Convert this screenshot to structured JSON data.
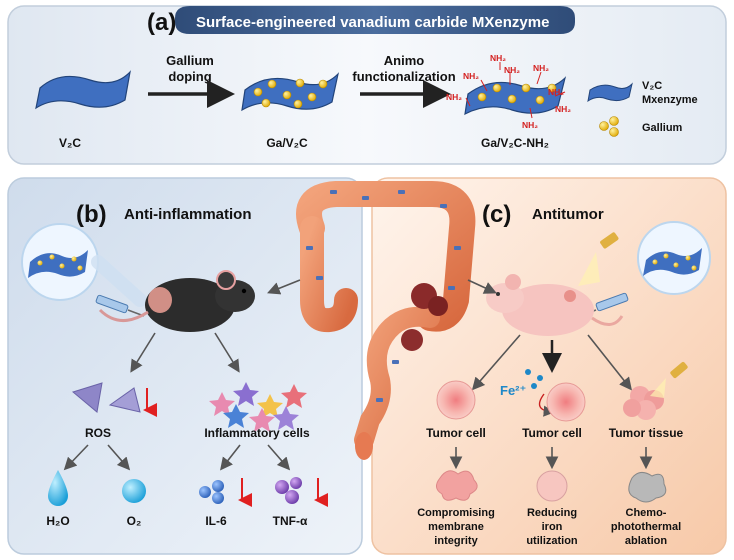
{
  "panel_a": {
    "letter": "(a)",
    "title": "Surface-engineered vanadium carbide MXenzyme",
    "step1_line1": "Gallium",
    "step1_line2": "doping",
    "step2_line1": "Animo",
    "step2_line2": "functionalization",
    "label_v2c": "V₂C",
    "label_ga_v2c": "Ga/V₂C",
    "label_ga_v2c_nh2": "Ga/V₂C-NH₂",
    "nh2": "NH₂",
    "legend_v2c_line1": "V₂C",
    "legend_v2c_line2": "Mxenzyme",
    "legend_gallium": "Gallium"
  },
  "panel_b": {
    "letter": "(b)",
    "title": "Anti-inflammation",
    "ros": "ROS",
    "inflammatory_cells": "Inflammatory cells",
    "h2o": "H₂O",
    "o2": "O₂",
    "il6": "IL-6",
    "tnfa": "TNF-α"
  },
  "panel_c": {
    "letter": "(c)",
    "title": "Antitumor",
    "tumor_cell_1": "Tumor cell",
    "tumor_cell_2": "Tumor cell",
    "tumor_tissue": "Tumor tissue",
    "fe2": "Fe²⁺",
    "outcome1_line1": "Compromising",
    "outcome1_line2": "membrane",
    "outcome1_line3": "integrity",
    "outcome2_line1": "Reducing",
    "outcome2_line2": "iron",
    "outcome2_line3": "utilization",
    "outcome3_line1": "Chemo-",
    "outcome3_line2": "photothermal",
    "outcome3_line3": "ablation"
  },
  "colors": {
    "panel_a_title_bg": "#3c5a86",
    "panel_b_bg": "#dfe8f2",
    "panel_c_bg": "#fbe0cc",
    "sheet_blue": "#3f6fc0",
    "gallium_gold": "#f3c21a",
    "amine_red": "#d42020",
    "down_arrow_red": "#e02020",
    "ros_purple": "#8e86c8",
    "il6_blue": "#2f6fc6",
    "tnfa_purple": "#7a4fb0",
    "tumor_pink": "#f2a2a0",
    "fe_blue": "#1e88c8",
    "colon_orange": "#e98a5c"
  }
}
